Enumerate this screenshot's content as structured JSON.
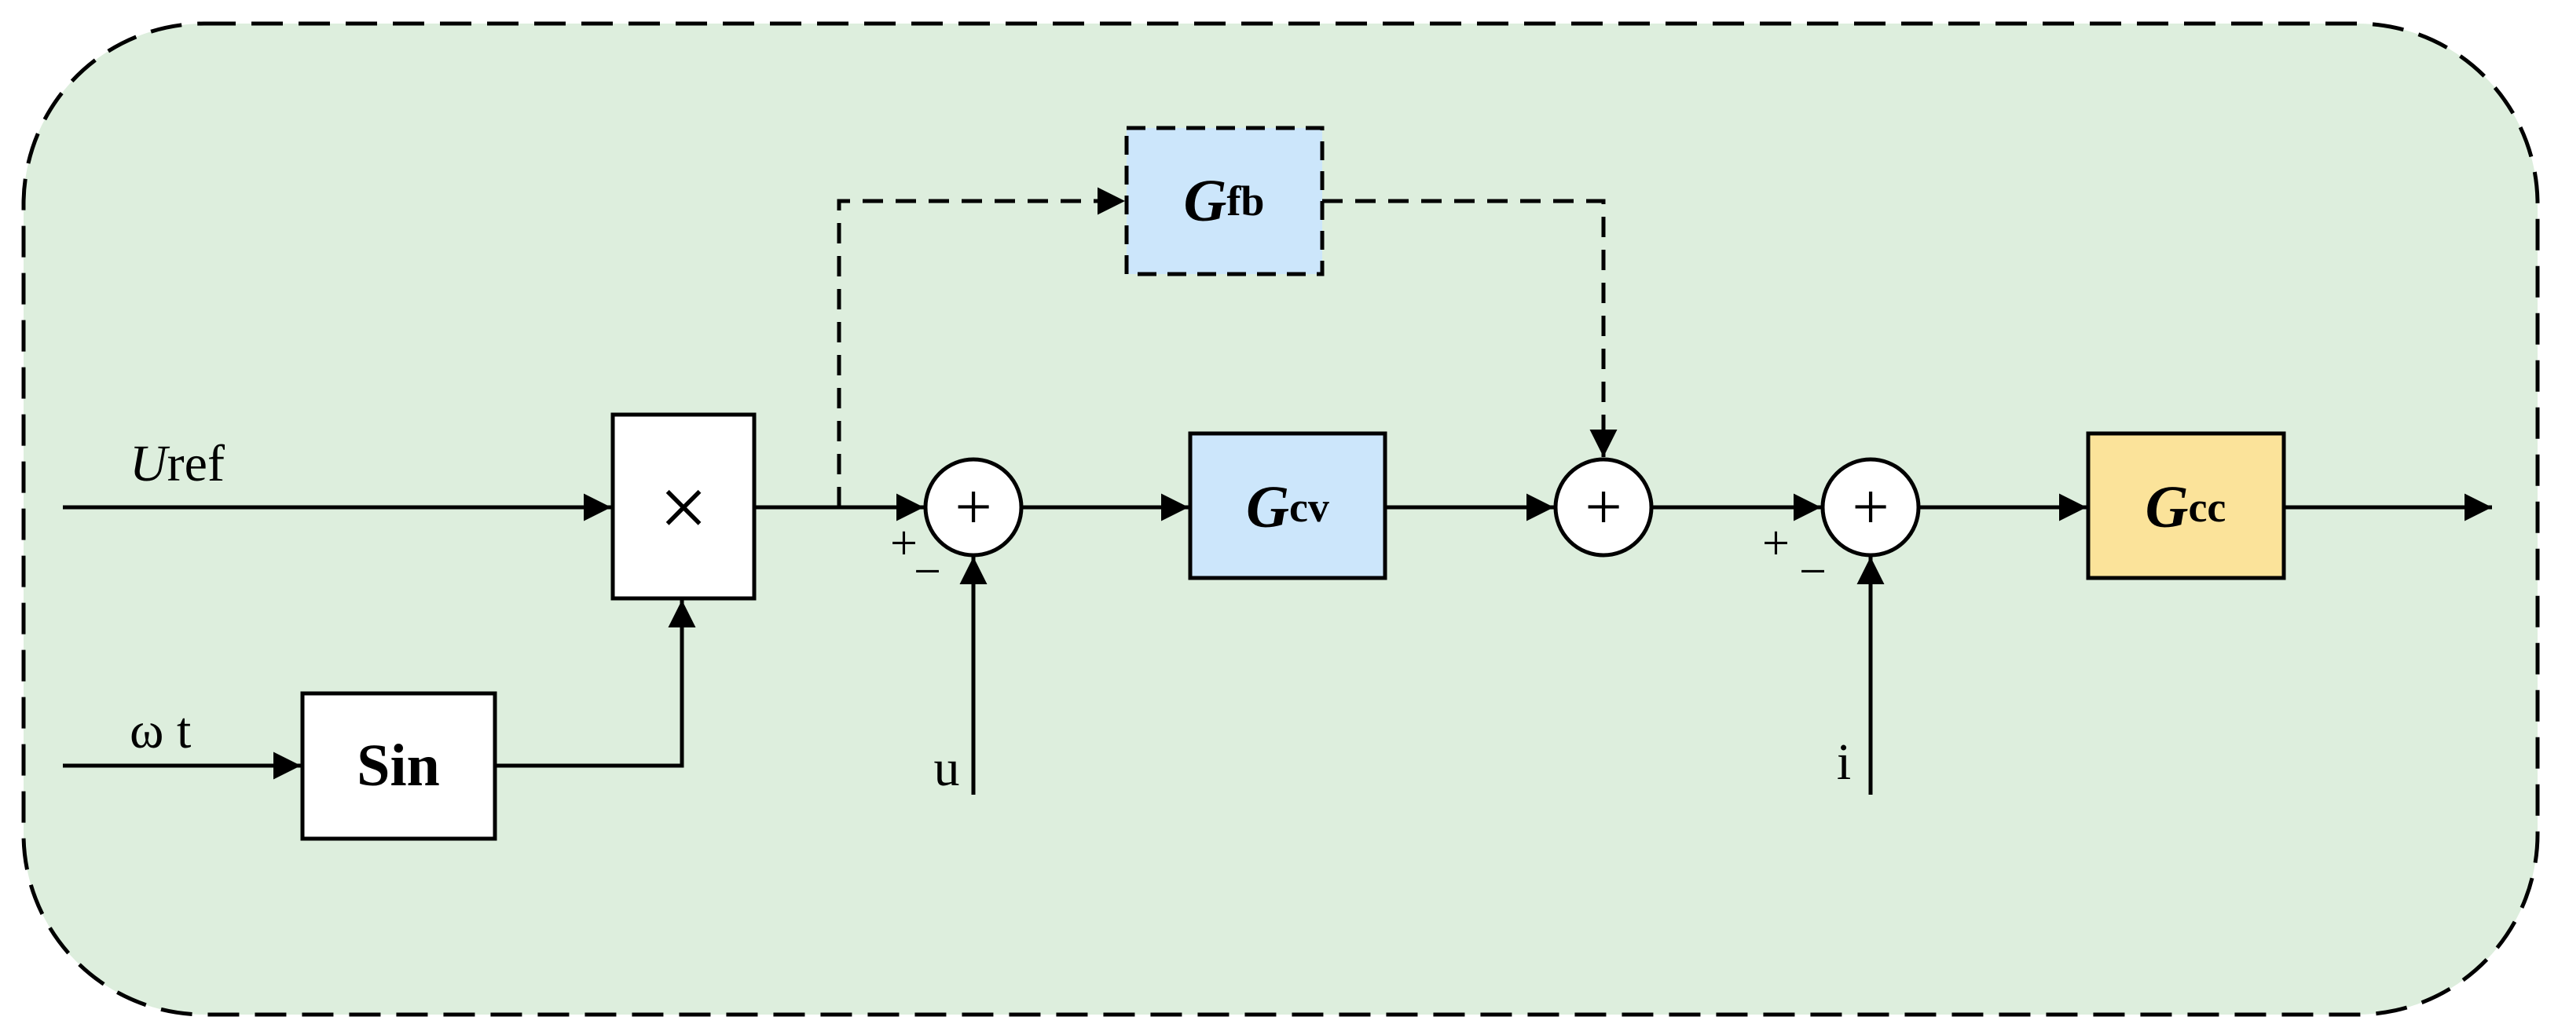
{
  "diagram": {
    "colors": {
      "background": "#ddeedd",
      "multiplier_fill": "#ffffff",
      "sin_fill": "#ffffff",
      "gfb_fill": "#cce6fb",
      "gcv_fill": "#cce6fb",
      "gcc_fill": "#fbe39a"
    },
    "inputs": {
      "uref_U": "U",
      "uref_sub": "ref",
      "omega_t": "ω t",
      "u": "u",
      "i": "i"
    },
    "blocks": {
      "multiplier": "×",
      "sin": "Sin",
      "gfb_G": "G",
      "gfb_sub": "fb",
      "gcv_G": "G",
      "gcv_sub": "cv",
      "gcc_G": "G",
      "gcc_sub": "cc"
    },
    "summers": {
      "symbol": "+",
      "sum1_plus": "+",
      "sum1_minus": "−",
      "sum3_plus": "+",
      "sum3_minus": "−"
    }
  }
}
